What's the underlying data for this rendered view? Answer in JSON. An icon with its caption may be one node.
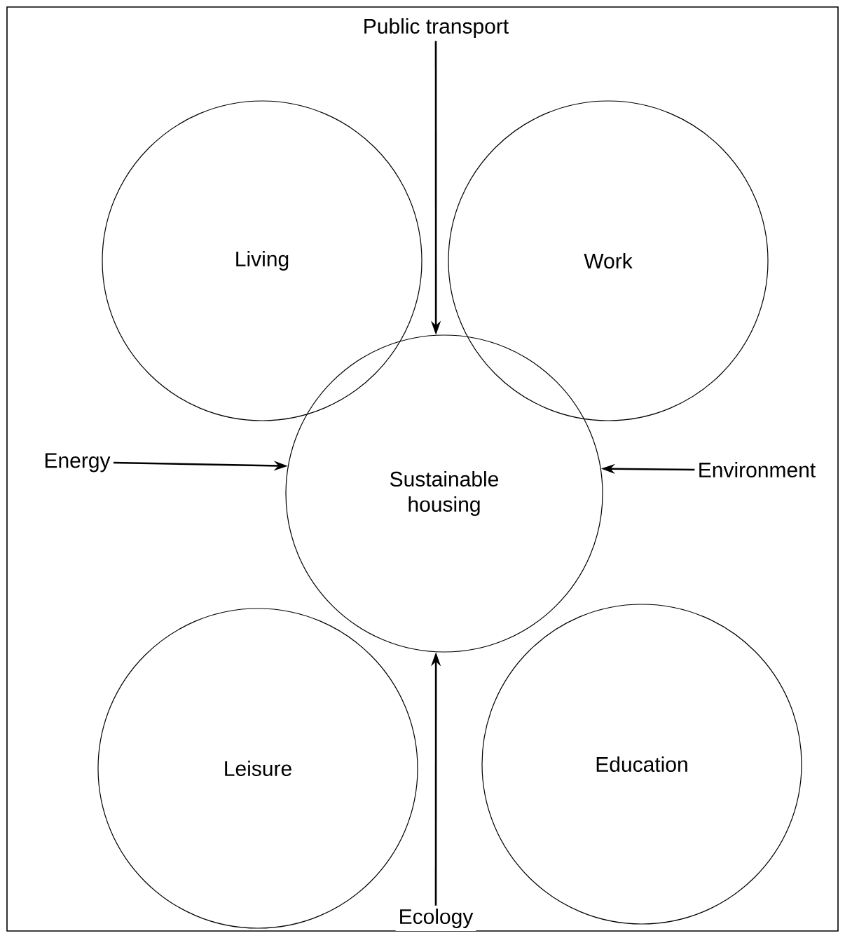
{
  "diagram": {
    "nodes": [
      {
        "text": [
          "Public transport"
        ]
      },
      {
        "text": [
          "Living"
        ]
      },
      {
        "text": [
          "Work"
        ]
      },
      {
        "text": [
          "Energy"
        ]
      },
      {
        "text": [
          "Sustainable housing"
        ]
      },
      {
        "text": [
          "Environment"
        ]
      },
      {
        "text": [
          "Leisure"
        ]
      },
      {
        "text": [
          "Education"
        ]
      },
      {
        "text": [
          "Ecology"
        ]
      }
    ],
    "edges": [
      {
        "from": 0,
        "to": 4,
        "arrow": "to"
      },
      {
        "from": 3,
        "to": 4,
        "arrow": "to"
      },
      {
        "from": 5,
        "to": 4,
        "arrow": "to"
      },
      {
        "from": 8,
        "to": 4,
        "arrow": "to"
      }
    ]
  }
}
